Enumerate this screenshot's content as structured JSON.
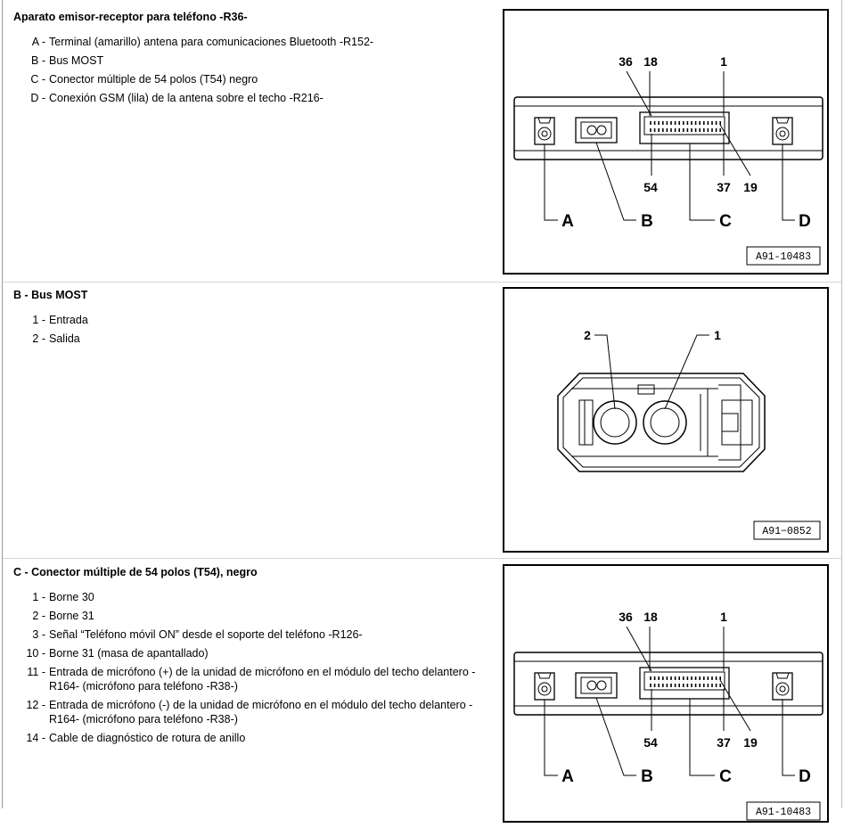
{
  "sections": [
    {
      "title": "Aparato emisor-receptor para teléfono -R36-",
      "items": [
        {
          "key": "A",
          "text": "Terminal (amarillo) antena para comunicaciones Bluetooth -R152-"
        },
        {
          "key": "B",
          "text": "Bus MOST"
        },
        {
          "key": "C",
          "text": "Conector múltiple de 54 polos (T54) negro"
        },
        {
          "key": "D",
          "text": "Conexión GSM (lila) de la antena sobre el techo -R216-"
        }
      ],
      "figure": {
        "code": "A91-10483",
        "pins": [
          "36",
          "18",
          "1",
          "54",
          "37",
          "19"
        ],
        "letters": [
          "A",
          "B",
          "C",
          "D"
        ]
      }
    },
    {
      "title": "B - Bus MOST",
      "items": [
        {
          "key": "1",
          "text": "Entrada"
        },
        {
          "key": "2",
          "text": "Salida"
        }
      ],
      "figure": {
        "code": "A91−0852",
        "pins": [
          "2",
          "1"
        ]
      }
    },
    {
      "title": "C - Conector múltiple de 54 polos (T54), negro",
      "items": [
        {
          "key": "1",
          "text": "Borne 30"
        },
        {
          "key": "2",
          "text": "Borne 31"
        },
        {
          "key": "3",
          "text": "Señal “Teléfono móvil ON” desde el soporte del teléfono -R126-"
        },
        {
          "key": "10",
          "text": "Borne 31 (masa de apantallado)"
        },
        {
          "key": "11",
          "text": "Entrada de micrófono (+) de la unidad de micrófono en el módulo del techo delantero -R164- (micrófono para teléfono -R38-)"
        },
        {
          "key": "12",
          "text": "Entrada de micrófono (-) de la unidad de micrófono en el módulo del techo delantero -R164- (micrófono para teléfono -R38-)"
        },
        {
          "key": "14",
          "text": "Cable de diagnóstico de rotura de anillo"
        }
      ],
      "figure": {
        "code": "A91-10483",
        "pins": [
          "36",
          "18",
          "1",
          "54",
          "37",
          "19"
        ],
        "letters": [
          "A",
          "B",
          "C",
          "D"
        ]
      }
    }
  ]
}
